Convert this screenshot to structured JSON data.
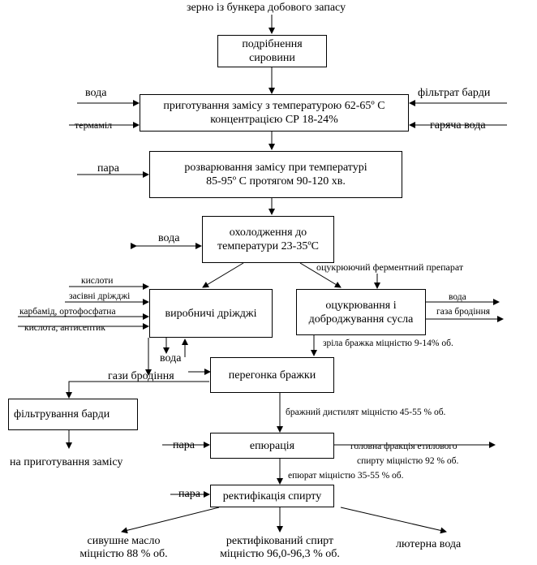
{
  "input": "зерно із бункера добового запасу",
  "steps": {
    "grinding": [
      "подрібнення",
      "сировини"
    ],
    "mash_prep": [
      "приготування замісу з температурою 62-65º С",
      "концентрацією СР 18-24%"
    ],
    "boiling": [
      "розварювання замісу при температурі",
      "85-95º С  протягом 90-120 хв."
    ],
    "cooling": [
      "охолодження до",
      "температури 23-35ºС"
    ],
    "yeast": "виробничі дріжджі",
    "saccharification": [
      "оцукрювання і",
      "доброджування сусла"
    ],
    "distillation": "перегонка бражки",
    "filtration": "фільтрування барди",
    "epuration": "епюрація",
    "rectification": "ректифікація спирту"
  },
  "labels": {
    "water_1": "вода",
    "filtrate": "фільтрат барди",
    "termamil": "термаміл",
    "hot_water": "гаряча вода",
    "steam_1": "пара",
    "water_2": "вода",
    "enzyme": "оцукрюючий  ферментний  препарат",
    "acids": "кислоти",
    "seed_yeast": "засівні дріжджі",
    "urea_1": "карбамід, ортофосфатна",
    "urea_2": "кислота, антисептик",
    "water_3": "вода",
    "ferm_gas_1": "газа бродіння",
    "water_4": "вода",
    "ferm_gas_2": "гази бродіння",
    "mature_mash": "зріла бражка міцністю 9-14% об.",
    "distillate": "бражний дистилят міцністю 45-55 % об.",
    "to_mash": "на приготування замісу",
    "steam_2": "пара",
    "head_1": "головна фракція етилового",
    "head_2": "спирту міцністю 92 % об.",
    "epurate": "епюрат міцністю 35-55 % об.",
    "steam_3": "пара"
  },
  "outputs": {
    "fusel": [
      "сивушне масло",
      "міцністю 88 % об."
    ],
    "spirit": [
      "ректифікований спирт",
      "міцністю 96,0-96,3 % об."
    ],
    "lutter": "лютерна вода"
  }
}
